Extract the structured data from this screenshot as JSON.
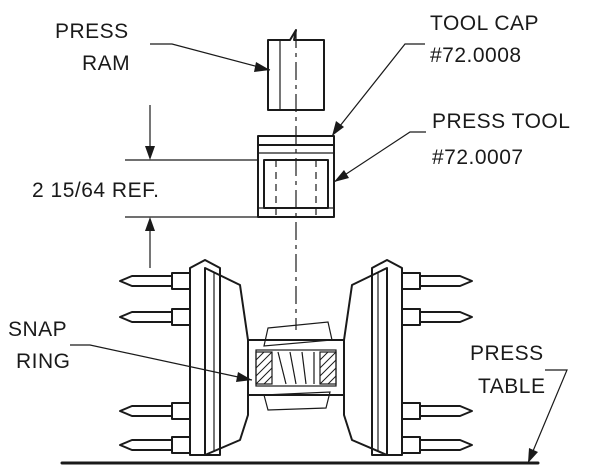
{
  "labels": {
    "press_ram_line1": "PRESS",
    "press_ram_line2": "RAM",
    "tool_cap_line1": "TOOL CAP",
    "tool_cap_line2": "#72.0008",
    "press_tool_line1": "PRESS TOOL",
    "press_tool_line2": "#72.0007",
    "dimension_line1": "2 15/64 REF.",
    "snap_ring_line1": "SNAP",
    "snap_ring_line2": "RING",
    "press_table_line1": "PRESS",
    "press_table_line2": "TABLE"
  },
  "colors": {
    "ink": "#1a1a1a",
    "background": "#ffffff"
  }
}
